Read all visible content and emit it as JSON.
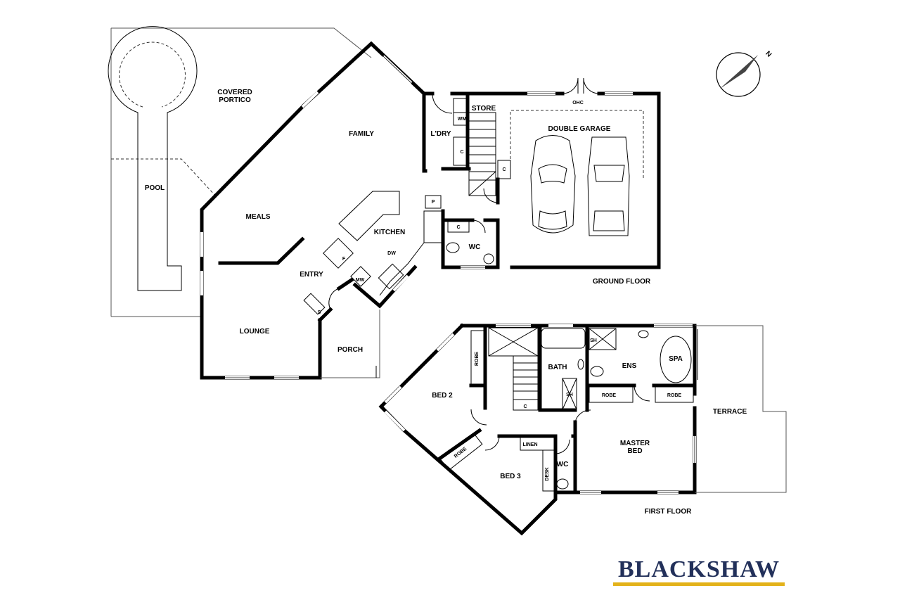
{
  "colors": {
    "wall": "#000000",
    "brand_text": "#22305a",
    "brand_underline": "#e3b21a",
    "background": "#ffffff"
  },
  "compass": {
    "label": "N",
    "icon": "north-arrow-icon"
  },
  "brand": {
    "name": "BLACKSHAW"
  },
  "ground_floor": {
    "title": "GROUND FLOOR",
    "rooms": {
      "covered_portico": [
        "COVERED",
        "PORTICO"
      ],
      "pool": "POOL",
      "family": "FAMILY",
      "meals": "MEALS",
      "kitchen": "KITCHEN",
      "entry": "ENTRY",
      "lounge": "LOUNGE",
      "porch": "PORCH",
      "laundry": "L'DRY",
      "store": "STORE",
      "wc": "WC",
      "double_garage": "DOUBLE GARAGE"
    },
    "fixtures": {
      "wm": "WM",
      "c1": "C",
      "c2": "C",
      "c3": "C",
      "p": "P",
      "dw": "DW",
      "f": "F",
      "mw": "MW",
      "s": "S",
      "ohc": "OHC"
    }
  },
  "first_floor": {
    "title": "FIRST FLOOR",
    "rooms": {
      "bed2": "BED 2",
      "bed3": "BED 3",
      "bath": "BATH",
      "ens": "ENS",
      "spa": "SPA",
      "master_bed": [
        "MASTER",
        "BED"
      ],
      "wc": "WC",
      "terrace": "TERRACE"
    },
    "fixtures": {
      "robe1": "ROBE",
      "robe2": "ROBE",
      "robe3": "ROBE",
      "robe4": "ROBE",
      "c": "C",
      "linen": "LINEN",
      "desk": "DESK",
      "sh1": "SH",
      "sh2": "SH"
    }
  }
}
